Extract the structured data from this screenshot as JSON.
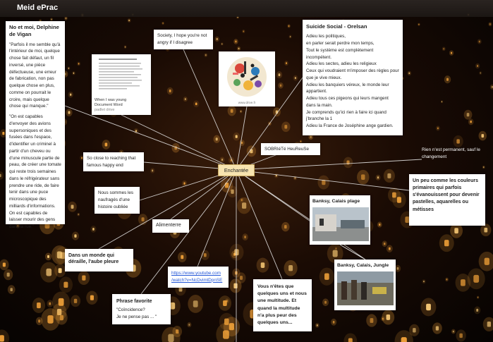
{
  "app": {
    "title": "Meid ePrac"
  },
  "nodes": {
    "delphine_title": "No et moi, Delphine de Vigan",
    "delphine_quote1": "\"Parfois il me semble qu'à l'intérieur de moi, quelque chose fait défaut, un fil inversé, une pièce défectueuse, une erreur de fabrication, non pas quelque chose en plus, comme on pourrait le croire, mais quelque chose qui manque.\"",
    "delphine_quote2": "\"On est capables d'envoyer des avions supersoniques et des fusées dans l'espace, d'identifier un criminel à partir d'un cheveu ou d'une minuscule partie de peau, de créer une tomate qui reste trois semaines dans le réfrigérateur sans prendre une ride, de faire tenir dans une puce microscopique des milliards d'informations. On est capables de laisser mourir des gens dans la rue.\"",
    "doc_caption_line1": "When I was young",
    "doc_caption_line2": "Document Word",
    "doc_caption_line3": "padlet drive",
    "society": "Society, I hope you're not angry if I disagree",
    "music_caption": "www.drive.fr",
    "orelsan_title": "Suicide Social - Orelsan",
    "orelsan_lines": [
      "Adieu les politiques,",
      "en parler serait perdre mon temps,",
      "Tout le système est complètement incompétent.",
      "Adieu les sectes, adieu les religieux",
      "Ceux qui voudraient m'imposer des règles pour que je vive mieux.",
      "Adieu les banquiers véreux, le monde leur appartient.",
      "Adieu tous ces pigeons qui leurs mangent dans la main.",
      "Je comprends qu'ici rien à faire ici quand j'branche la 1",
      "Adieu la France de Joséphine ange gardien."
    ],
    "sobriete": "SOBRIéTé HeuReuSe",
    "so_close": "So close to reaching that famous happy end",
    "central": "Enchantée",
    "rien": "Rien n'est permanent, sauf le changement",
    "couleurs": "Un peu comme les couleurs primaires qui parfois s'évanouissent pour devenir pastelles, aquarelles ou métisses",
    "naufrages": "Nous sommes les naufragés d'une histoire oubliée",
    "alimenterre": "Alimenterre",
    "banksy_plage": "Banksy, Calais plage",
    "banksy_jungle": "Banksy, Calais, Jungle",
    "monde_deraille": "Dans un monde qui déraille, l'aube pleure",
    "youtube_link": "https://www.youtube.com /watch?v=NcDvimtDpnSE",
    "phrase_title": "Phrase favorite",
    "phrase_text": "\"Coïncidence?\nJe ne pense pas ... \"",
    "multitude": "Vous n'êtes que quelques uns et nous une multitude. Et quand la multitude n'a plus peur des quelques uns..."
  },
  "colors": {
    "background": "#1a0b04",
    "lantern": "#f4a43a",
    "central_fill": "#f7e4b0",
    "link": "#2558d8",
    "connector": "#e9e9e9"
  }
}
